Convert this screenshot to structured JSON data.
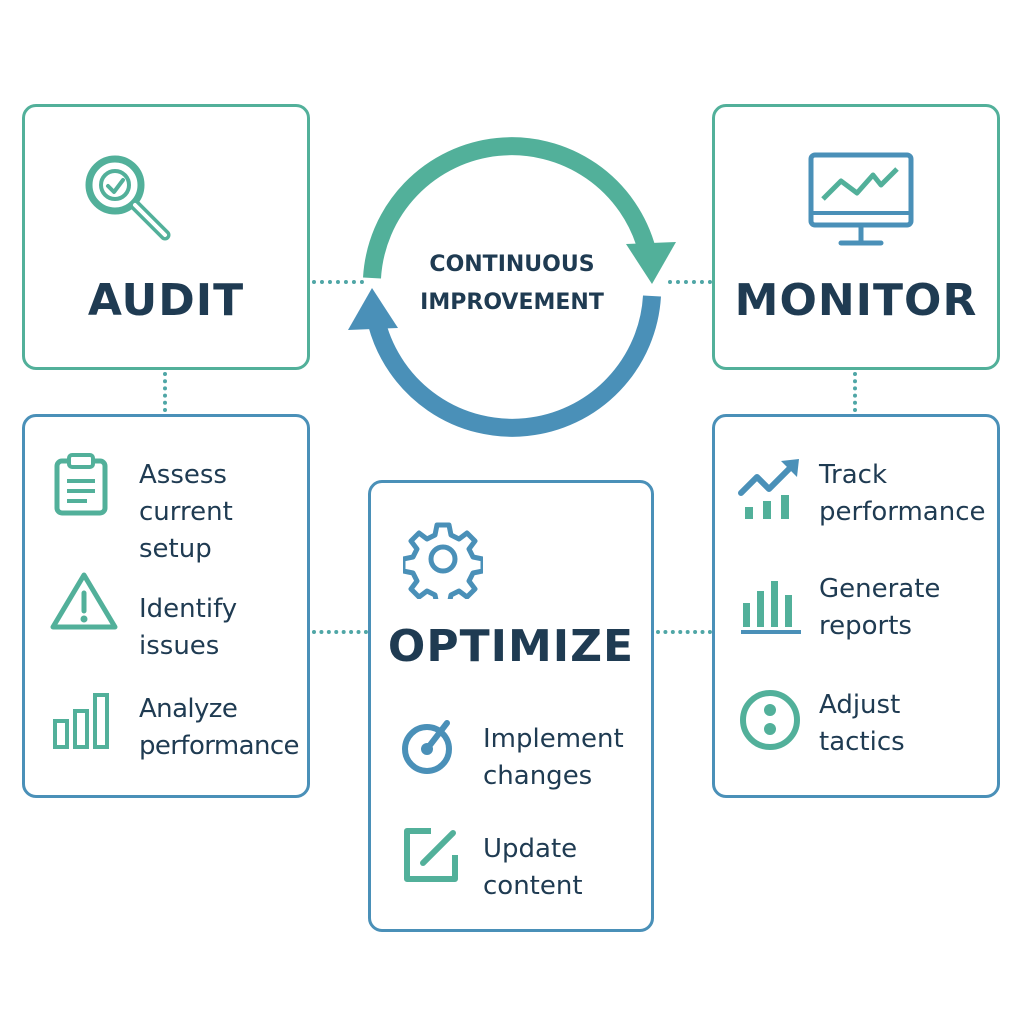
{
  "center": {
    "line1": "CONTINUOUS",
    "line2": "IMPROVEMENT"
  },
  "audit": {
    "title": "AUDIT",
    "icon": "magnifier-check-icon",
    "items": [
      {
        "text": "Assess current setup",
        "icon": "clipboard-icon"
      },
      {
        "text": "Identify issues",
        "icon": "warning-icon"
      },
      {
        "text": "Analyze performance",
        "icon": "bar-chart-icon"
      }
    ]
  },
  "monitor": {
    "title": "MONITOR",
    "icon": "monitor-chart-icon",
    "items": [
      {
        "text": "Track performance",
        "icon": "trend-chart-icon"
      },
      {
        "text": "Generate reports",
        "icon": "bar-chart-icon"
      },
      {
        "text": "Adjust tactics",
        "icon": "adjust-circle-icon"
      }
    ]
  },
  "optimize": {
    "title": "OPTIMIZE",
    "icon": "gear-icon",
    "items": [
      {
        "text": "Implement changes",
        "icon": "target-icon"
      },
      {
        "text": "Update content",
        "icon": "edit-icon"
      }
    ]
  },
  "colors": {
    "teal": "#52b09a",
    "blue": "#4a90b8",
    "text": "#1f3b52"
  }
}
